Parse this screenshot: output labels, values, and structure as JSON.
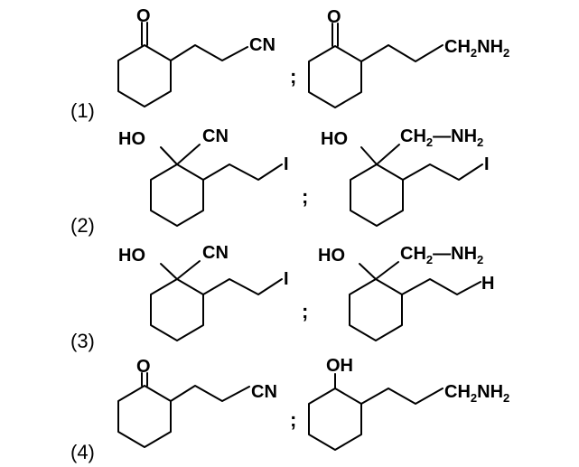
{
  "options": [
    {
      "label": "(1)"
    },
    {
      "label": "(2)"
    },
    {
      "label": "(3)"
    },
    {
      "label": "(4)"
    }
  ],
  "separator": ";",
  "atoms": {
    "o": "O",
    "oh": "OH",
    "ho": "HO",
    "cn": "CN",
    "i": "I",
    "h": "H",
    "ch": "CH",
    "nh": "NH",
    "two": "2",
    "dash": "—"
  }
}
